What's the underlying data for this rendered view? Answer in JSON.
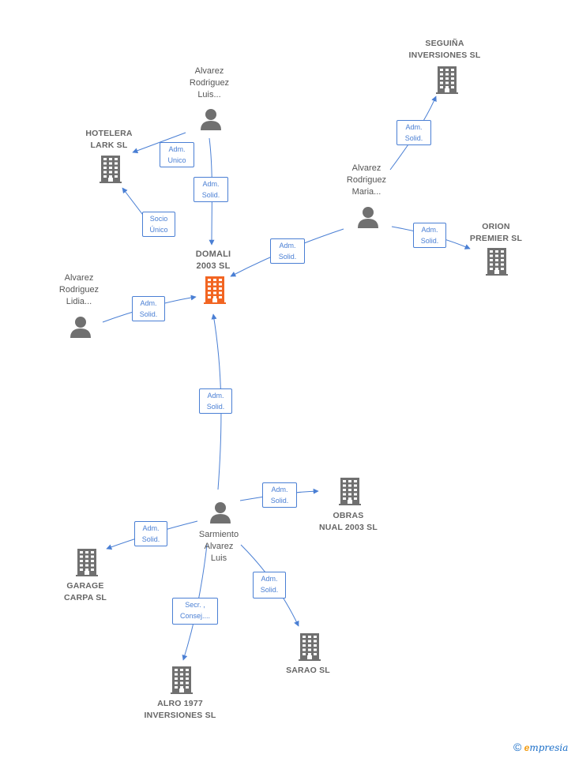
{
  "nodes": {
    "domali": {
      "label": [
        "DOMALI",
        "2003 SL"
      ],
      "type": "company",
      "main": true
    },
    "hotelera": {
      "label": [
        "HOTELERA",
        "LARK SL"
      ],
      "type": "company"
    },
    "seguina": {
      "label": [
        "SEGUIÑA",
        "INVERSIONES SL"
      ],
      "type": "company"
    },
    "orion": {
      "label": [
        "ORION",
        "PREMIER SL"
      ],
      "type": "company"
    },
    "obras": {
      "label": [
        "OBRAS",
        "NUAL 2003 SL"
      ],
      "type": "company"
    },
    "garage": {
      "label": [
        "GARAGE",
        "CARPA SL"
      ],
      "type": "company"
    },
    "sarao": {
      "label": [
        "SARAO  SL"
      ],
      "type": "company"
    },
    "alro": {
      "label": [
        "ALRO 1977",
        "INVERSIONES SL"
      ],
      "type": "company"
    },
    "luis": {
      "label": [
        "Alvarez",
        "Rodriguez",
        "Luis..."
      ],
      "type": "person"
    },
    "maria": {
      "label": [
        "Alvarez",
        "Rodriguez",
        "Maria..."
      ],
      "type": "person"
    },
    "lidia": {
      "label": [
        "Alvarez",
        "Rodriguez",
        "Lidia..."
      ],
      "type": "person"
    },
    "sarmiento": {
      "label": [
        "Sarmiento",
        "Alvarez",
        "Luis"
      ],
      "type": "person"
    }
  },
  "edges": [
    {
      "from": "luis",
      "to": "hotelera",
      "label": [
        "Adm.",
        "Unico"
      ]
    },
    {
      "from": "luis",
      "to": "domali",
      "label": [
        "Adm.",
        "Solid."
      ]
    },
    {
      "from": "domali",
      "to": "hotelera",
      "label": [
        "Socio",
        "Único"
      ]
    },
    {
      "from": "maria",
      "to": "domali",
      "label": [
        "Adm.",
        "Solid."
      ]
    },
    {
      "from": "maria",
      "to": "seguina",
      "label": [
        "Adm.",
        "Solid."
      ]
    },
    {
      "from": "maria",
      "to": "orion",
      "label": [
        "Adm.",
        "Solid."
      ]
    },
    {
      "from": "lidia",
      "to": "domali",
      "label": [
        "Adm.",
        "Solid."
      ]
    },
    {
      "from": "sarmiento",
      "to": "domali",
      "label": [
        "Adm.",
        "Solid."
      ]
    },
    {
      "from": "sarmiento",
      "to": "obras",
      "label": [
        "Adm.",
        "Solid."
      ]
    },
    {
      "from": "sarmiento",
      "to": "garage",
      "label": [
        "Adm.",
        "Solid."
      ]
    },
    {
      "from": "sarmiento",
      "to": "sarao",
      "label": [
        "Adm.",
        "Solid."
      ]
    },
    {
      "from": "sarmiento",
      "to": "alro",
      "label": [
        "Secr. ,",
        "Consej...."
      ]
    }
  ],
  "colors": {
    "edge": "#4a7fd4",
    "main_company": "#f26522",
    "node": "#707070",
    "label": "#666666"
  },
  "brand": {
    "symbol": "©",
    "initial": "e",
    "rest": "mpresia"
  }
}
